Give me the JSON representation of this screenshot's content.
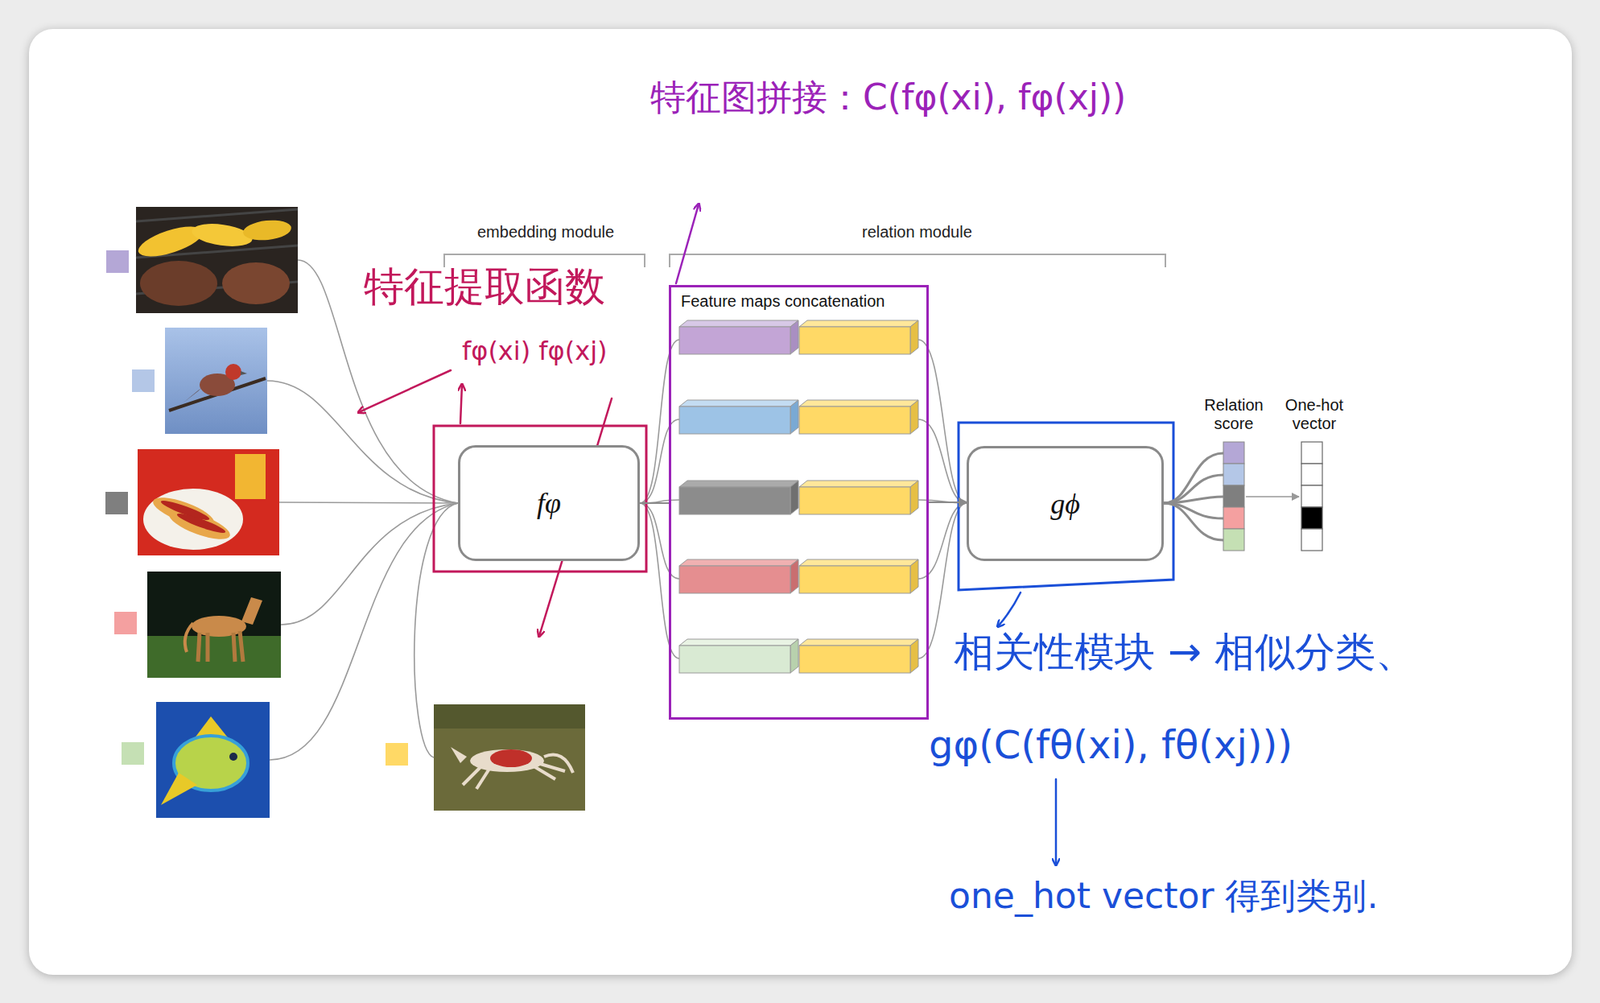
{
  "diagram": {
    "nodes": [
      {
        "text": [
          "fφ"
        ]
      },
      {
        "text": [
          "Feature maps concatenation"
        ]
      },
      {
        "text": [
          "gϕ"
        ]
      }
    ],
    "edges": [
      {
        "from": 0,
        "to": 1,
        "arrow": "none"
      },
      {
        "from": 1,
        "to": 2,
        "arrow": "to"
      }
    ],
    "labels": [
      "特征图拼接：C(fφ(xi), fφ(xj))",
      "embedding module",
      "relation module",
      "特征提取函数",
      "fφ(xi) fφ(xj)",
      "Relation score",
      "One-hot vector",
      "相关性模块 → 相似分类、",
      "gφ(C(fθ(xi), fθ(xj)))",
      "one_hot vector 得到类别."
    ]
  }
}
